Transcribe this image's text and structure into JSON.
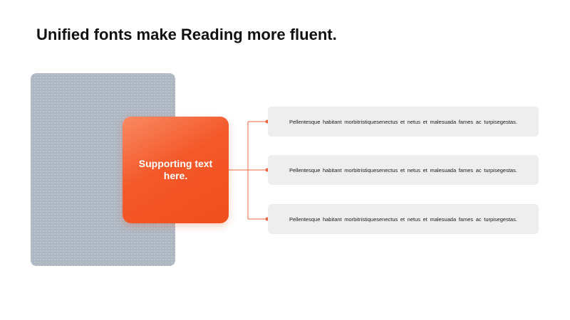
{
  "title": "Unified fonts make Reading more fluent.",
  "center": {
    "text": "Supporting text here."
  },
  "items": [
    {
      "text": "Pellentesque  habitant  morbitristiquesenectus  et netus et malesuada  fames  ac turpisegestas."
    },
    {
      "text": "Pellentesque  habitant  morbitristiquesenectus  et netus et malesuada  fames  ac turpisegestas."
    },
    {
      "text": "Pellentesque  habitant  morbitristiquesenectus  et netus et malesuada  fames  ac turpisegestas."
    }
  ],
  "colors": {
    "accent": "#f4582a",
    "connector": "#e8663f",
    "item_bg": "#eeeeef",
    "photo_placeholder": "#aeb6c1"
  }
}
